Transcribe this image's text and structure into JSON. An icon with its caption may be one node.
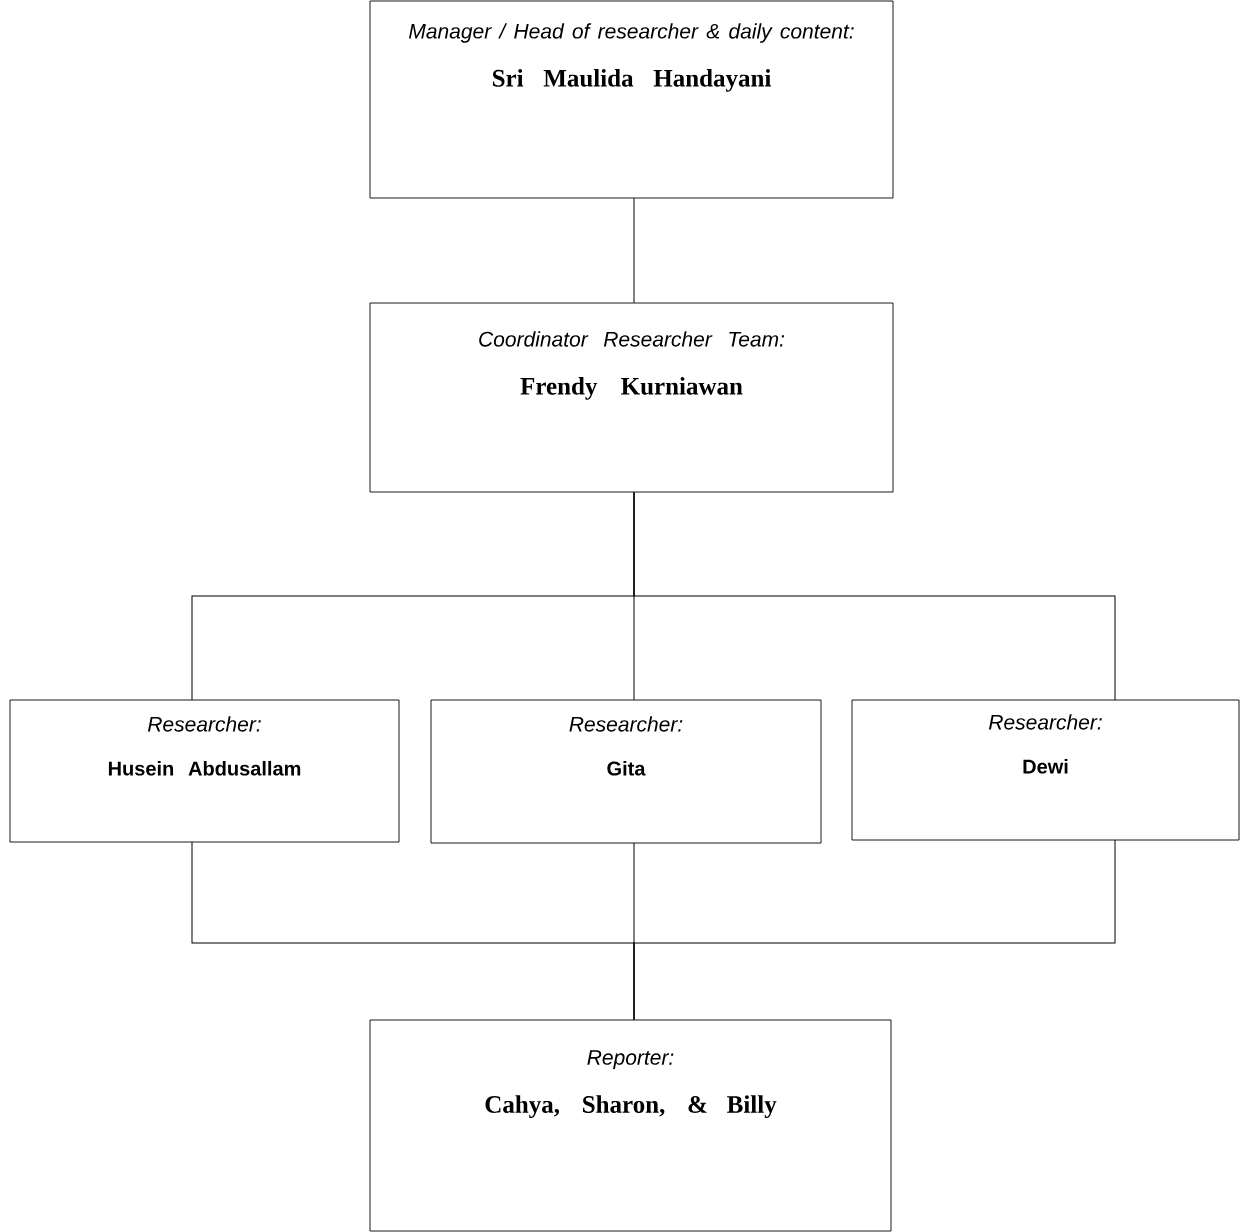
{
  "diagram": {
    "nodes": [
      {
        "text": [
          "Manager / Head of researcher & daily content:",
          "Sri Maulida Handayani"
        ]
      },
      {
        "text": [
          "Coordinator Researcher Team:",
          "Frendy Kurniawan"
        ]
      },
      {
        "text": [
          "Researcher:",
          "Husein Abdusallam"
        ]
      },
      {
        "text": [
          "Researcher:",
          "Gita"
        ]
      },
      {
        "text": [
          "Researcher:",
          "Dewi"
        ]
      },
      {
        "text": [
          "Reporter:",
          "Cahya, Sharon, & Billy"
        ]
      }
    ],
    "edges": [
      {
        "from": 0,
        "to": 1,
        "arrow": "none"
      },
      {
        "from": 1,
        "to": 2,
        "arrow": "none"
      },
      {
        "from": 1,
        "to": 3,
        "arrow": "none"
      },
      {
        "from": 1,
        "to": 4,
        "arrow": "none"
      },
      {
        "from": 2,
        "to": 5,
        "arrow": "none"
      },
      {
        "from": 3,
        "to": 5,
        "arrow": "none"
      },
      {
        "from": 4,
        "to": 5,
        "arrow": "none"
      }
    ]
  }
}
